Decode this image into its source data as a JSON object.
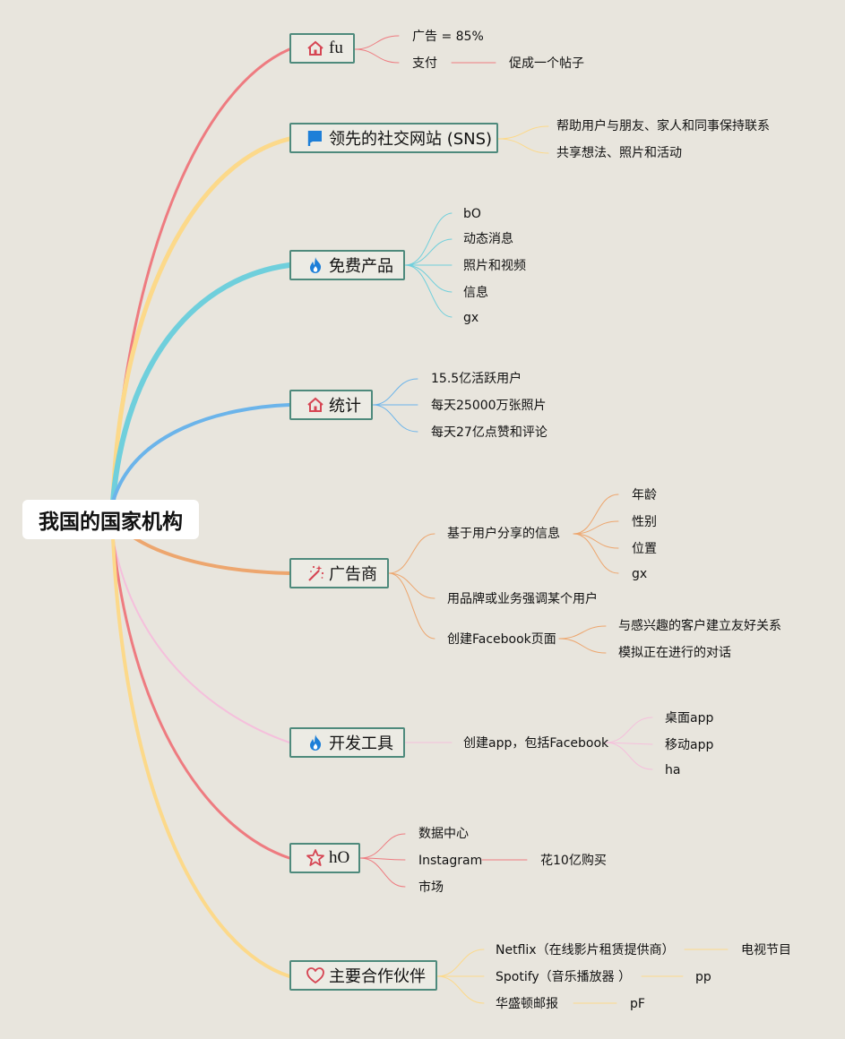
{
  "root": {
    "label": "我国的国家机构"
  },
  "branches": {
    "fu": {
      "label": "fu",
      "icon": "house-icon",
      "color": "#ee7b80",
      "leaves": {
        "ad": "广告 = 85%",
        "pay": "支付",
        "post": "促成一个帖子"
      }
    },
    "sns": {
      "label": "领先的社交网站 (SNS)",
      "icon": "flag-icon",
      "color": "#fcd98a",
      "leaves": {
        "help": "帮助用户与朋友、家人和同事保持联系",
        "share": "共享想法、照片和活动"
      }
    },
    "free": {
      "label": "免费产品",
      "icon": "flame-icon",
      "color": "#6fcfdc",
      "leaves": [
        "bO",
        "动态消息",
        "照片和视频",
        "信息",
        "gx"
      ]
    },
    "stats": {
      "label": "统计",
      "icon": "house-icon",
      "color": "#6bb4ea",
      "leaves": [
        "15.5亿活跃用户",
        "每天25000万张照片",
        "每天27亿点赞和评论"
      ]
    },
    "ads": {
      "label": "广告商",
      "icon": "magic-wand-icon",
      "color": "#eda66e",
      "leaves": {
        "info": "基于用户分享的信息",
        "info_children": [
          "年龄",
          "性别",
          "位置",
          "gx"
        ],
        "brand": "用品牌或业务强调某个用户",
        "page": "创建Facebook页面",
        "page_children": [
          "与感兴趣的客户建立友好关系",
          "模拟正在进行的对话"
        ]
      }
    },
    "dev": {
      "label": "开发工具",
      "icon": "flame-icon",
      "color": "#f5bfdc",
      "leaves": {
        "app": "创建app，包括Facebook",
        "app_children": [
          "桌面app",
          "移动app",
          "ha"
        ]
      }
    },
    "ho": {
      "label": "hO",
      "icon": "star-icon",
      "color": "#ee7b80",
      "leaves": {
        "dc": "数据中心",
        "ig": "Instagram",
        "buy": "花10亿购买",
        "market": "市场"
      }
    },
    "partners": {
      "label": "主要合作伙伴",
      "icon": "heart-icon",
      "color": "#fcd98a",
      "leaves": {
        "netflix": "Netflix（在线影片租赁提供商）",
        "tv": "电视节目",
        "spotify": "Spotify（音乐播放器 ）",
        "pp": "pp",
        "wp": "华盛顿邮报",
        "pf": "pF"
      }
    }
  }
}
